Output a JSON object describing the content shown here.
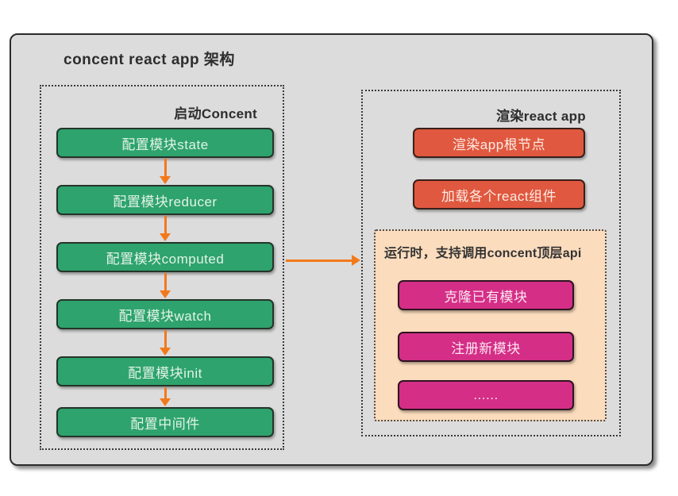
{
  "title": "concent react app 架构",
  "left_panel": {
    "header": "启动Concent",
    "steps": [
      "配置模块state",
      "配置模块reducer",
      "配置模块computed",
      "配置模块watch",
      "配置模块init",
      "配置中间件"
    ]
  },
  "right_panel": {
    "header": "渲染react app",
    "steps": [
      "渲染app根节点",
      "加载各个react组件"
    ],
    "runtime": {
      "title": "运行时，支持调用concent顶层api",
      "items": [
        "克隆已有模块",
        "注册新模块",
        "......"
      ]
    }
  },
  "colors": {
    "canvas_bg": "#dcdcdc",
    "step_green": "#2ea36d",
    "step_red": "#e0583f",
    "step_magenta": "#d52e87",
    "runtime_bg": "#fbdcbd",
    "arrow_orange": "#f2791b"
  }
}
